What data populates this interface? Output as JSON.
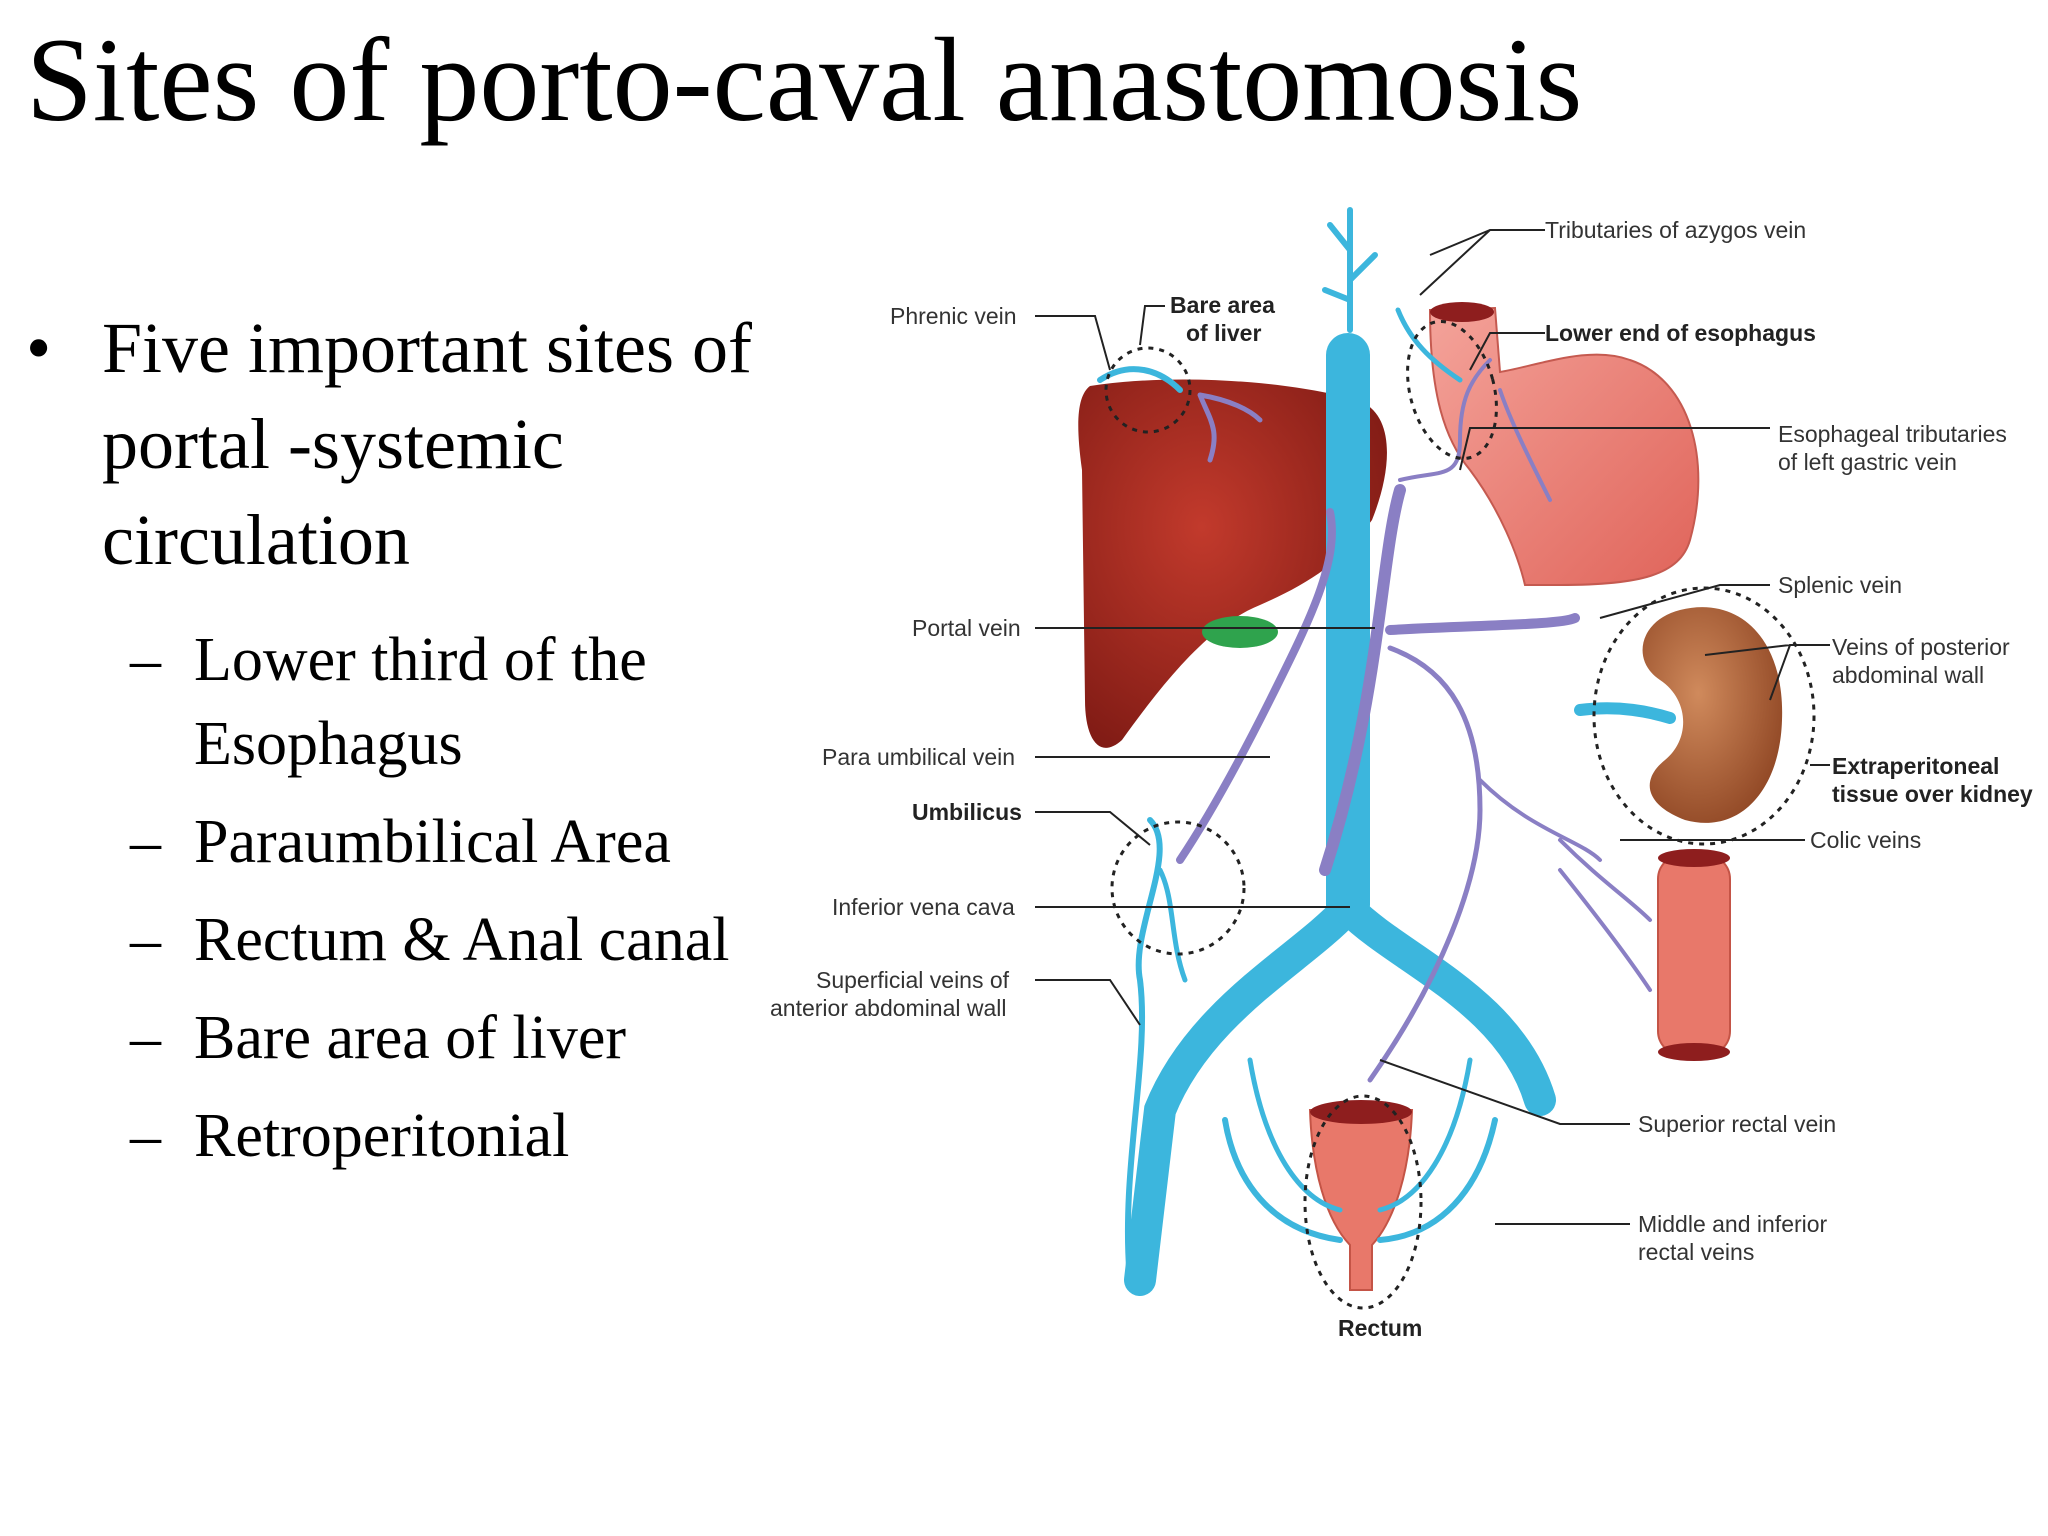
{
  "slide": {
    "title": "Sites of porto-caval anastomosis",
    "bullet": "Five important sites of portal -systemic circulation",
    "sub_bullets": [
      "Lower third of the Esophagus",
      "Paraumbilical Area",
      "Rectum & Anal canal",
      "Bare area of liver",
      "Retroperitonial"
    ],
    "bullet_symbol": "•",
    "dash_symbol": "–"
  },
  "diagram": {
    "labels": {
      "tributaries_azygos": "Tributaries of azygos vein",
      "lower_end_esophagus": "Lower end of esophagus",
      "esophageal_tributaries_1": "Esophageal tributaries",
      "esophageal_tributaries_2": "of left gastric vein",
      "splenic_vein": "Splenic vein",
      "veins_posterior_1": "Veins of posterior",
      "veins_posterior_2": "abdominal wall",
      "extraperitoneal_1": "Extraperitoneal",
      "extraperitoneal_2": "tissue over kidney",
      "colic_veins": "Colic veins",
      "superior_rectal": "Superior rectal vein",
      "middle_inferior_1": "Middle and inferior",
      "middle_inferior_2": "rectal veins",
      "rectum": "Rectum",
      "phrenic_vein": "Phrenic vein",
      "bare_area_1": "Bare area",
      "bare_area_2": "of liver",
      "portal_vein": "Portal vein",
      "para_umbilical": "Para umbilical vein",
      "umbilicus": "Umbilicus",
      "ivc": "Inferior vena cava",
      "superficial_1": "Superficial veins of",
      "superficial_2": "anterior abdominal wall"
    },
    "colors": {
      "systemic_vein": "#3cb6dd",
      "portal_vein": "#8a7fc4",
      "liver": "#a3271d",
      "stomach": "#ee8278",
      "kidney": "#b4623a",
      "colon": "#e8786a",
      "gallbladder": "#2fa34d"
    }
  }
}
